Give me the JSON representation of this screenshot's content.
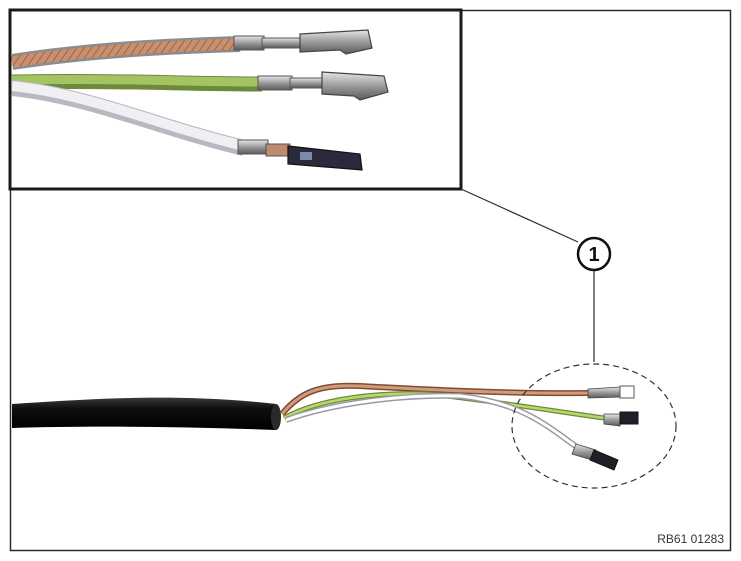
{
  "callout": {
    "number": "1"
  },
  "reference_code": "RB61 01283",
  "colors": {
    "frame": "#2a2a2a",
    "cable_jacket": "#0d0d0d",
    "wire_copper": "#c98f6e",
    "wire_green": "#9cbc5a",
    "wire_white": "#e4e4ea",
    "terminal_metal": "#a9a9a9",
    "terminal_dark": "#2a2a3a"
  },
  "parts": {
    "cable": "shielded-cable",
    "wires": [
      "copper-braid-wire",
      "green-wire",
      "white-wire"
    ],
    "terminals": [
      "terminal-1",
      "terminal-2",
      "terminal-3"
    ]
  }
}
